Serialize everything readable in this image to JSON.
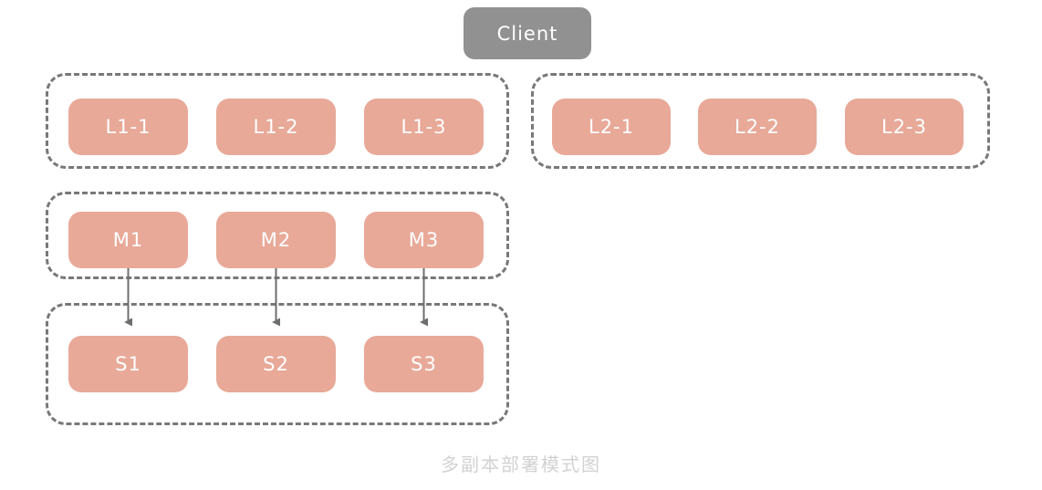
{
  "diagram": {
    "caption": "多副本部署模式图",
    "colors": {
      "client_fill": "#919191",
      "service_fill": "#e8a998",
      "group_border": "#787878",
      "arrow": "#6e6e6e",
      "node_text": "#ffffff",
      "caption_text": "#d2d2d2",
      "background": "#ffffff"
    },
    "client": {
      "label": "Client"
    },
    "groups": [
      {
        "id": "l1",
        "nodes": [
          {
            "id": "l1-1",
            "label": "L1-1"
          },
          {
            "id": "l1-2",
            "label": "L1-2"
          },
          {
            "id": "l1-3",
            "label": "L1-3"
          }
        ]
      },
      {
        "id": "l2",
        "nodes": [
          {
            "id": "l2-1",
            "label": "L2-1"
          },
          {
            "id": "l2-2",
            "label": "L2-2"
          },
          {
            "id": "l2-3",
            "label": "L2-3"
          }
        ]
      },
      {
        "id": "m",
        "nodes": [
          {
            "id": "m1",
            "label": "M1"
          },
          {
            "id": "m2",
            "label": "M2"
          },
          {
            "id": "m3",
            "label": "M3"
          }
        ]
      },
      {
        "id": "s",
        "nodes": [
          {
            "id": "s1",
            "label": "S1"
          },
          {
            "id": "s2",
            "label": "S2"
          },
          {
            "id": "s3",
            "label": "S3"
          }
        ]
      }
    ],
    "connections": [
      {
        "from": "m1",
        "to": "s1"
      },
      {
        "from": "m2",
        "to": "s2"
      },
      {
        "from": "m3",
        "to": "s3"
      }
    ]
  }
}
